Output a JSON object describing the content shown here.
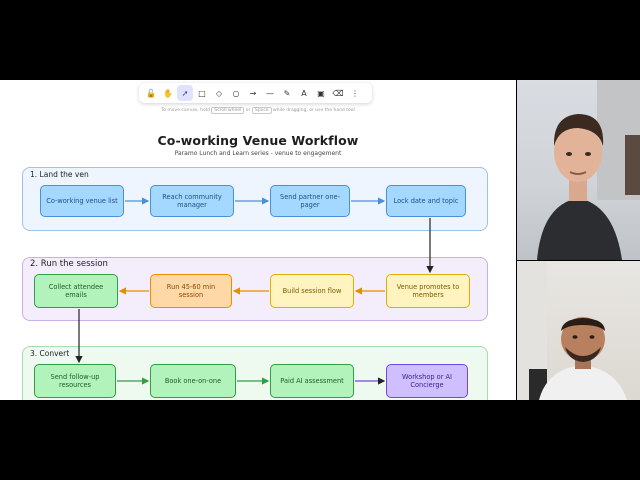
{
  "toolbar": {
    "tools": [
      {
        "name": "lock-icon",
        "glyph": "🔓"
      },
      {
        "name": "hand-icon",
        "glyph": "✋"
      },
      {
        "name": "pointer-icon",
        "glyph": "➚"
      },
      {
        "name": "rectangle-icon",
        "glyph": "□"
      },
      {
        "name": "diamond-icon",
        "glyph": "◇"
      },
      {
        "name": "ellipse-icon",
        "glyph": "○"
      },
      {
        "name": "arrow-icon",
        "glyph": "→"
      },
      {
        "name": "line-icon",
        "glyph": "—"
      },
      {
        "name": "pencil-icon",
        "glyph": "✎"
      },
      {
        "name": "text-icon",
        "glyph": "A"
      },
      {
        "name": "image-icon",
        "glyph": "▣"
      },
      {
        "name": "eraser-icon",
        "glyph": "⌫"
      },
      {
        "name": "more-icon",
        "glyph": "⋮"
      }
    ],
    "active_index": 2
  },
  "hint": {
    "prefix": "To move canvas, hold",
    "key1": "Scroll wheel",
    "mid": "or",
    "key2": "Space",
    "suffix": "while dragging, or use the hand tool"
  },
  "diagram": {
    "title": "Co-working Venue Workflow",
    "subtitle": "Paramo Lunch and Learn series - venue to engagement",
    "sections": [
      {
        "label": "1. Land the ven"
      },
      {
        "label": "2. Run the session"
      },
      {
        "label": "3. Convert"
      }
    ],
    "nodes": {
      "n1": "Co-working venue list",
      "n2": "Reach community manager",
      "n3": "Send partner one-pager",
      "n4": "Lock date and topic",
      "n5": "Venue promotes to members",
      "n6": "Build session flow",
      "n7": "Run 45-60 min session",
      "n8": "Collect attendee emails",
      "n9": "Send follow-up resources",
      "n10": "Book one-on-one",
      "n11": "Paid AI assessment",
      "n12": "Workshop or AI Concierge"
    }
  },
  "colors": {
    "blue_fill": "#a5d8ff",
    "orange_fill": "#ffd8a8",
    "yellow_fill": "#fff3bf",
    "green_fill": "#b2f2bb",
    "purple_fill": "#d0bfff"
  },
  "participants": [
    {
      "name": "participant-1"
    },
    {
      "name": "participant-2"
    }
  ]
}
